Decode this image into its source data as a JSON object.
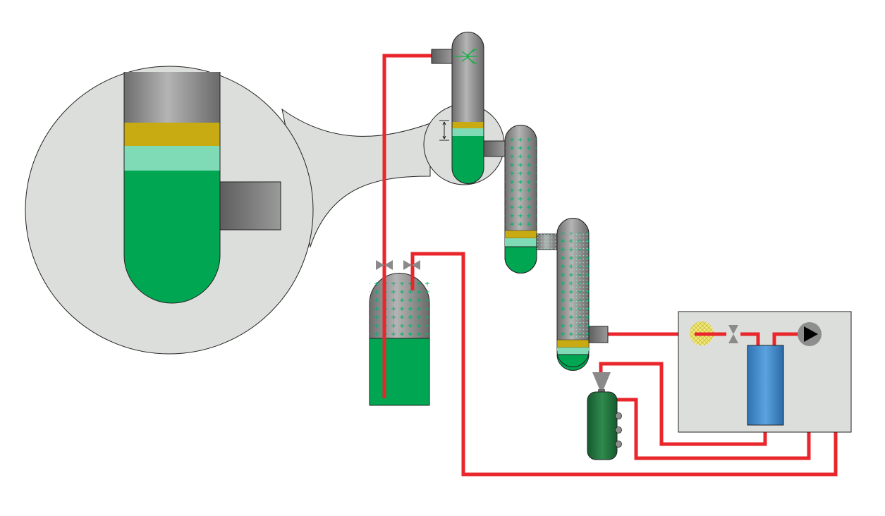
{
  "diagram": {
    "type": "process-schematic",
    "labels": [],
    "colors": {
      "liquid_green": "#00a651",
      "light_band": "#7fdab6",
      "gold_band": "#c8aa12",
      "tube_gray": "#8e8e8e",
      "pipe_red": "#e8262b",
      "panel_bg": "#dcdedb",
      "column_blue": "#3a88cc",
      "cylinder_dark_green": "#1e6e3a",
      "mesh_yellow": "#f2eb82",
      "pump_gray": "#8e8e8e"
    },
    "components": [
      {
        "id": "magnified-inset",
        "icon": "zoom-lens"
      },
      {
        "id": "column-1",
        "icon": "vertical-tube-with-layers"
      },
      {
        "id": "column-2",
        "icon": "packed-tube"
      },
      {
        "id": "column-3",
        "icon": "packed-tube"
      },
      {
        "id": "sample-vessel",
        "icon": "vial"
      },
      {
        "id": "control-module",
        "icon": "panel"
      },
      {
        "id": "gas-cylinder",
        "icon": "cylinder"
      },
      {
        "id": "pump",
        "icon": "pump-play-icon"
      },
      {
        "id": "filter",
        "icon": "mesh-filter-icon"
      },
      {
        "id": "valves",
        "icon": "bowtie-valve-icon"
      }
    ]
  }
}
